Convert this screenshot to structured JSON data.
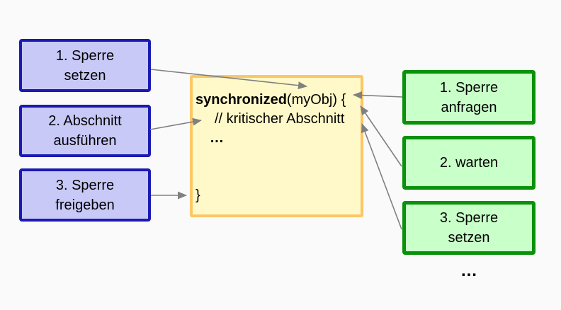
{
  "colors": {
    "background": "#FAFAFA",
    "blue_box_fill": "#C9C9F8",
    "blue_box_border": "#1A1AB3",
    "green_box_fill": "#C9FFC9",
    "green_box_border": "#0A910A",
    "yellow_box_fill": "#FFF8C8",
    "yellow_box_border": "#FBC766",
    "arrow": "#808080",
    "text": "#000000"
  },
  "left_boxes": [
    {
      "label": "1. Sperre\nsetzen"
    },
    {
      "label": "2. Abschnitt\nausführen"
    },
    {
      "label": "3. Sperre\nfreigeben"
    }
  ],
  "right_boxes": [
    {
      "label": "1. Sperre\nanfragen"
    },
    {
      "label": "2. warten"
    },
    {
      "label": "3. Sperre\nsetzen"
    }
  ],
  "code": {
    "keyword": "synchronized",
    "args": "(myObj) {",
    "comment": "// kritischer Abschnitt",
    "ellipsis": "…",
    "closing_brace": "}"
  },
  "bottom_ellipsis": "…"
}
